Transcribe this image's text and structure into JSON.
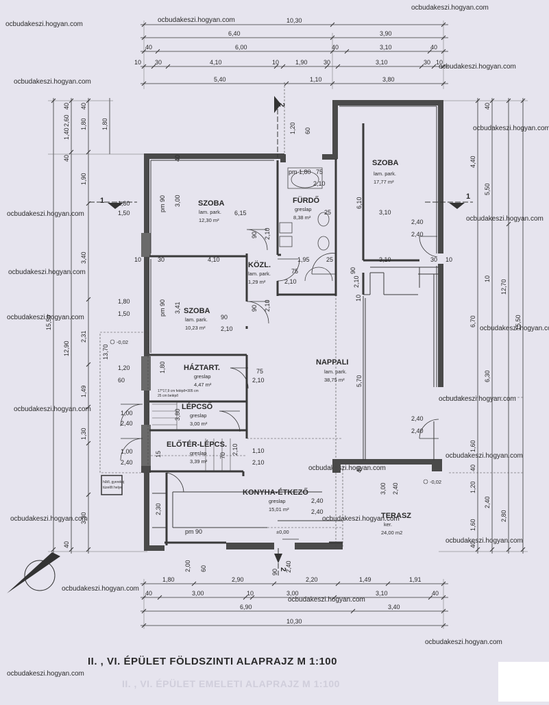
{
  "plan_title": "II. , VI. ÉPÜLET   FÖLDSZINTI  ALAPRAJZ  M 1:100",
  "ghost_title": "II. , VI. ÉPÜLET  EMELETI  ALAPRAJZ  M 1:100",
  "watermark": "ocbudakeszi.hogyan.com",
  "section_marks": {
    "a": "1",
    "b": "2"
  },
  "rooms": {
    "szoba1": {
      "name": "SZOBA",
      "floor": "lam. park.",
      "area": "12,30 m²"
    },
    "szoba2": {
      "name": "SZOBA",
      "floor": "lam. park.",
      "area": "10,23 m²"
    },
    "szoba3": {
      "name": "SZOBA",
      "floor": "lam. park.",
      "area": "17,77 m²"
    },
    "furdo": {
      "name": "FÜRDŐ",
      "floor": "greslap",
      "area": "8,38 m²"
    },
    "kozl": {
      "name": "KÖZL.",
      "floor": "lam. park.",
      "area": "1,29 m²"
    },
    "haztart": {
      "name": "HÁZTART.",
      "floor": "greslap",
      "area": "4,47 m²"
    },
    "lepcso": {
      "name": "LÉPCSŐ",
      "floor": "greslap",
      "area": "3,00 m²"
    },
    "eloter": {
      "name": "ELŐTÉR-LÉPCS.",
      "floor": "greslap",
      "area": "3,39 m²"
    },
    "nappali": {
      "name": "NAPPALI",
      "floor": "lam. park.",
      "area": "38,75 m²"
    },
    "konyha": {
      "name": "KONYHA-ÉTKEZŐ",
      "floor": "greslap",
      "area": "15,01 m²"
    },
    "terasz": {
      "name": "TERASZ",
      "floor": "ker.",
      "area": "24,00 m2"
    }
  },
  "notes": {
    "stair": "17*17,9 cm felépő=305 cm",
    "stair2": "25 cm belépő",
    "bin": "hűtő, gyerekoj",
    "bin2": "tüzelőt helye"
  },
  "levels": {
    "l1": "-0,02",
    "l2": "-0,02",
    "l3": "±0,00"
  },
  "dims": {
    "top1": "10,30",
    "top2a": "6,40",
    "top2b": "3,90",
    "top3a": "40",
    "top3b": "6,00",
    "top3c": "40",
    "top3d": "3,10",
    "top3e": "40",
    "top4a": "10",
    "top4b": "30",
    "top4c": "4,10",
    "top4d": "10",
    "top4e": "1,90",
    "top4f": "30",
    "top4g": "3,10",
    "top4h": "30",
    "top4i": "10",
    "top5a": "5,40",
    "top5b": "1,10",
    "top5c": "3,80",
    "bot1a": "1,80",
    "bot1b": "2,90",
    "bot1c": "2,20",
    "bot1d": "1,49",
    "bot1e": "1,91",
    "bot2a": "40",
    "bot2b": "3,00",
    "bot2c": "10",
    "bot2d": "3,00",
    "bot2e": "3,10",
    "bot2f": "40",
    "bot3a": "6,90",
    "bot3b": "3,40",
    "bot4": "10,30",
    "left1": "15,50",
    "left2": "12,90",
    "left3": "2,60",
    "left4a": "40",
    "left4b": "1,40",
    "left4c": "40",
    "left5a": "40",
    "left5b": "1,80",
    "left5c": "1,90",
    "left5d": "3,40",
    "left5e": "2,31",
    "left5f": "1,49",
    "left5g": "1,30",
    "left5h": "1,80",
    "left6": "1,80",
    "left7": "3,30",
    "left8": "40",
    "right1": "15,50",
    "right2": "12,70",
    "right3a": "40",
    "right3b": "4,40",
    "right3c": "5,50",
    "right3d": "10",
    "right3e": "6,70",
    "right3f": "6,30",
    "right4a": "1,60",
    "right4b": "40",
    "right4c": "1,20",
    "right4d": "2,40",
    "right4e": "1,60",
    "right4f": "2,80",
    "right4g": "40",
    "i_180a": "1,80",
    "i_150a": "1,50",
    "i_180b": "1,80",
    "i_150b": "1,50",
    "i_120": "1,20",
    "i_60": "60",
    "i_100a": "1,00",
    "i_240a": "2,40",
    "i_100b": "1,00",
    "i_240b": "2,40",
    "i_615": "6,15",
    "i_300": "3,00",
    "i_pm90a": "pm 90",
    "i_pm90b": "pm 90",
    "i_341": "3,41",
    "i_90a": "90",
    "i_210a": "2,10",
    "i_90b": "90",
    "i_210b": "2,10",
    "i_90c": "90",
    "i_210c": "2,10",
    "i_4_10": "4,10",
    "i_10a": "10",
    "i_30a": "30",
    "i_195": "1,95",
    "i_25a": "25",
    "i_310a": "3,10",
    "i_30b": "30",
    "i_10b": "10",
    "i_75a": "75",
    "i_210d": "2,10",
    "i_75b": "75",
    "i_210e": "2,10",
    "i_pm180": "pm 1,80",
    "i_75c": "75",
    "i_210f": "2,10",
    "i_25b": "25",
    "i_610": "6,10",
    "i_310b": "3,10",
    "i_240c": "2,40",
    "i_240d": "2,40",
    "i_120b": "1,20",
    "i_60b": "60",
    "i_570": "5,70",
    "i_240e": "2,40",
    "i_240f": "2,40",
    "i_180c": "1,80",
    "i_210g": "2,10",
    "i_75d": "75",
    "i_380": "3,80",
    "i_70": "70",
    "i_210h": "2,10",
    "i_110": "1,10",
    "i_210i": "2,10",
    "i_15": "15",
    "i_240g": "2,40",
    "i_240h": "2,40",
    "i_300b": "3,00",
    "i_240i": "2,40",
    "i_230": "2,30",
    "i_pm90c": "pm 90",
    "i_200": "2,00",
    "i_60c": "60",
    "i_90d": "90",
    "i_240j": "2,40",
    "i_1370": "13,70",
    "i_210j": "2,10",
    "i_90e": "90",
    "i_10c": "10",
    "i_40a": "40",
    "i_40b": "40"
  }
}
